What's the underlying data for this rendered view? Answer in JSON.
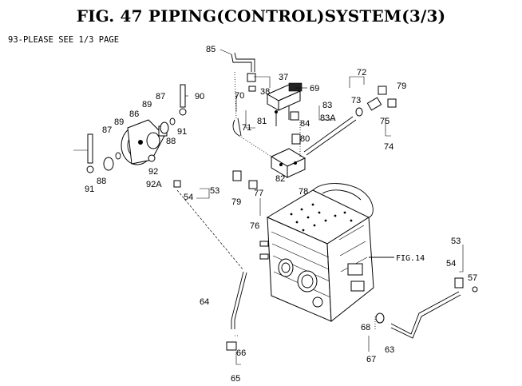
{
  "title": "FIG. 47  PIPING(CONTROL)SYSTEM(3/3)",
  "note": "93-PLEASE SEE 1/3 PAGE",
  "fig_ref": "FIG.14",
  "callouts": [
    "85",
    "37",
    "38",
    "69",
    "70",
    "71",
    "81",
    "84",
    "83",
    "83A",
    "80",
    "72",
    "73",
    "79",
    "75",
    "74",
    "90",
    "87",
    "89",
    "86",
    "87",
    "89",
    "91",
    "88",
    "91",
    "88",
    "92",
    "92A",
    "54",
    "53",
    "82",
    "78",
    "79",
    "77",
    "76",
    "53",
    "54",
    "57",
    "64",
    "68",
    "67",
    "63",
    "66",
    "65"
  ]
}
